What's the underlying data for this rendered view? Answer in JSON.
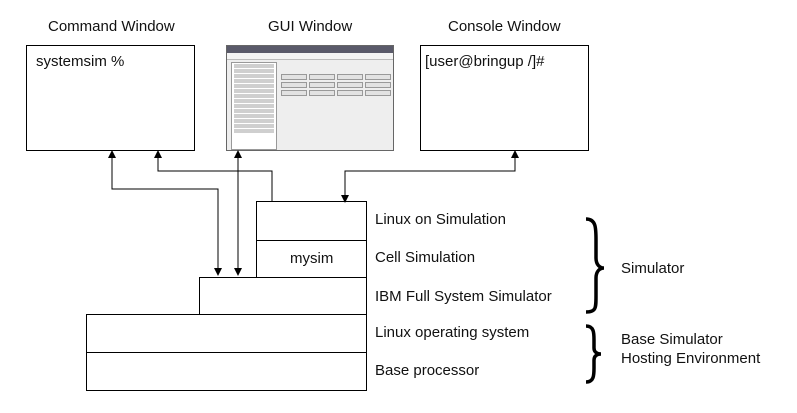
{
  "windows": {
    "command": {
      "title": "Command Window",
      "content": "systemsim %"
    },
    "gui": {
      "title": "GUI Window"
    },
    "console": {
      "title": "Console Window",
      "content": "[user@bringup /]#"
    }
  },
  "stack": {
    "linux_on_simulation": "Linux on Simulation",
    "mysim": "mysim",
    "cell_simulation": "Cell Simulation",
    "ibm_full_system_simulator": "IBM Full System Simulator",
    "linux_operating_system": "Linux operating system",
    "base_processor": "Base processor"
  },
  "groups": {
    "simulator": "Simulator",
    "base_line1": "Base Simulator",
    "base_line2": "Hosting Environment"
  }
}
